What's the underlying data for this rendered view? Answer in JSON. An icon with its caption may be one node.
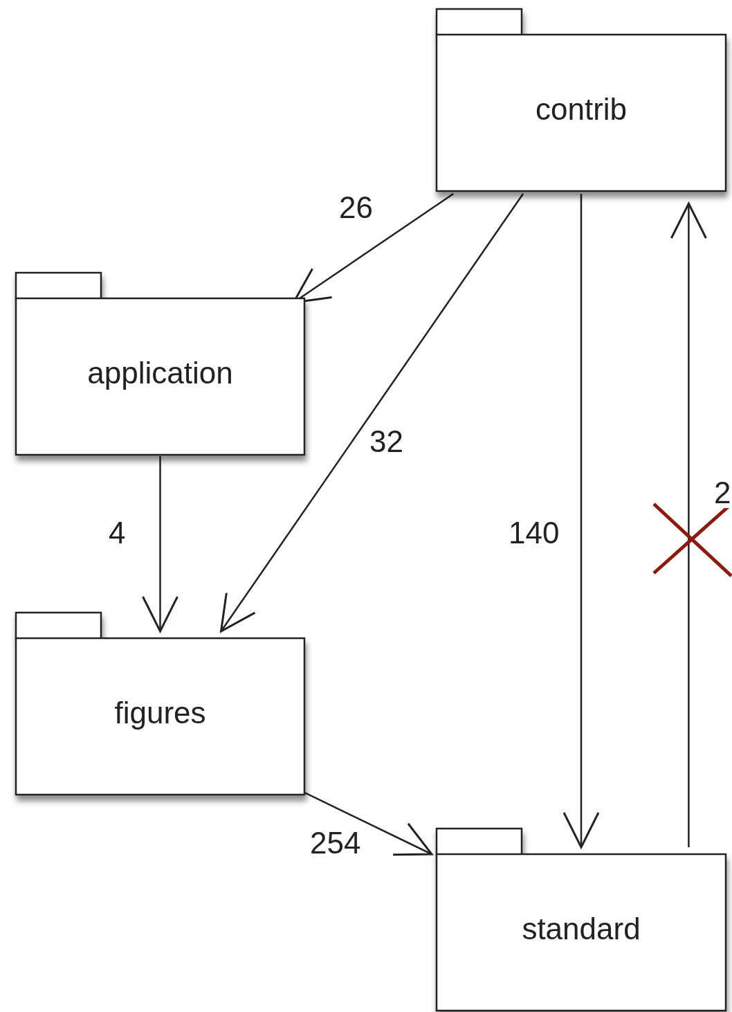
{
  "diagram": {
    "nodes": [
      {
        "text": [
          "contrib"
        ]
      },
      {
        "text": [
          "application"
        ]
      },
      {
        "text": [
          "figures"
        ]
      },
      {
        "text": [
          "standard"
        ]
      }
    ],
    "edges": [
      {
        "from": 0,
        "to": 1,
        "arrow": "to",
        "label": "26"
      },
      {
        "from": 0,
        "to": 2,
        "arrow": "to",
        "label": "32"
      },
      {
        "from": 0,
        "to": 3,
        "arrow": "to",
        "label": "140"
      },
      {
        "from": 3,
        "to": 0,
        "arrow": "to",
        "label": "2"
      },
      {
        "from": 1,
        "to": 2,
        "arrow": "to",
        "label": "4"
      },
      {
        "from": 2,
        "to": 3,
        "arrow": "to",
        "label": "254"
      }
    ]
  }
}
